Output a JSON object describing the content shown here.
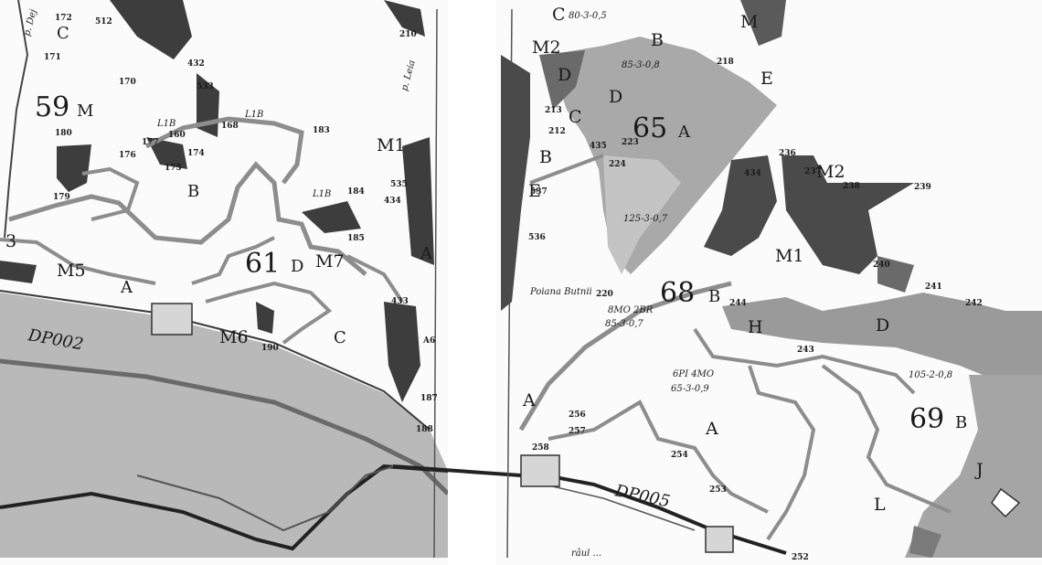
{
  "map": {
    "left_panel": {
      "compartments": [
        {
          "num": "59",
          "sub": "M"
        },
        {
          "num": "61",
          "sub": "D"
        }
      ],
      "stream": [
        "p. Dej",
        "p. Leia"
      ],
      "road": "DP002",
      "units": [
        "B",
        "C",
        "A",
        "C",
        "A",
        "M1",
        "M5",
        "M6",
        "M7",
        "L1B",
        "L1B",
        "L1B",
        "3"
      ],
      "points": [
        "172",
        "512",
        "171",
        "170",
        "432",
        "533",
        "168",
        "160",
        "180",
        "177",
        "174",
        "176",
        "175",
        "179",
        "183",
        "184",
        "185",
        "535",
        "434",
        "433",
        "190",
        "187",
        "188",
        "210",
        "A6"
      ]
    },
    "right_panel": {
      "compartments": [
        {
          "num": "65",
          "sub": "A"
        },
        {
          "num": "68",
          "sub": "B"
        },
        {
          "num": "69",
          "sub": "B"
        }
      ],
      "road": "DP005",
      "place": "Poiana Butnii",
      "river": "râul ...",
      "units": [
        "C",
        "B",
        "M2",
        "D",
        "D",
        "C",
        "E",
        "B",
        "E",
        "M",
        "M2",
        "M1",
        "A",
        "A",
        "L",
        "J",
        "H",
        "D"
      ],
      "stand_codes": [
        "80-3-0,5",
        "85-3-0,8",
        "125-3-0,7",
        "8MO 2BR",
        "85-3-0,7",
        "6PI 4MO",
        "65-3-0,9",
        "105-2-0,8"
      ],
      "points": [
        "213",
        "212",
        "435",
        "223",
        "224",
        "536",
        "537",
        "236",
        "237",
        "238",
        "239",
        "240",
        "241",
        "242",
        "243",
        "244",
        "220",
        "256",
        "257",
        "258",
        "254",
        "253",
        "252",
        "434",
        "218"
      ]
    }
  }
}
